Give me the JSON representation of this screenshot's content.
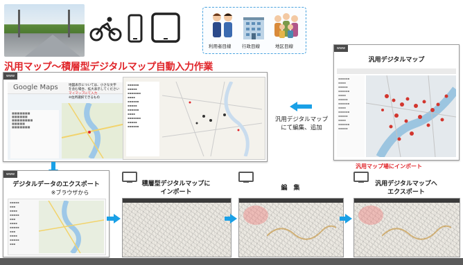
{
  "title": "汎用マップ〜積層型デジタルマップ自動入力作業",
  "devices": [
    "bicycle-icon",
    "smartphone-icon",
    "tablet-icon"
  ],
  "user_types": [
    {
      "label": "利用者目線"
    },
    {
      "label": "行政目線"
    },
    {
      "label": "地区目線"
    }
  ],
  "www_label": "www",
  "google_maps": {
    "logo": "Google Maps",
    "note_lines": [
      "地図表示については、小さな文字",
      "を含む場合、拡大表示してください",
      "マイマップにて入力",
      "※住所選択できるもの"
    ]
  },
  "general_map": {
    "title": "汎用デジタルマップ",
    "import_caption": "汎用マップ場にインポート"
  },
  "edit_arrow_caption": [
    "汎用デジタルマップ",
    "にて編集、追加"
  ],
  "steps": [
    {
      "label_lines": [
        "デジタルデータのエクスポート",
        "※ブラウザから"
      ]
    },
    {
      "label_lines": [
        "積層型デジタルマップに",
        "インポート"
      ]
    },
    {
      "label_lines": [
        "編　集"
      ]
    },
    {
      "label_lines": [
        "汎用デジタルマップへ",
        "エクスポート"
      ]
    }
  ],
  "colors": {
    "accent_red": "#e0252a",
    "arrow_blue": "#1aa0e6",
    "dashed_blue": "#4aa3df"
  }
}
